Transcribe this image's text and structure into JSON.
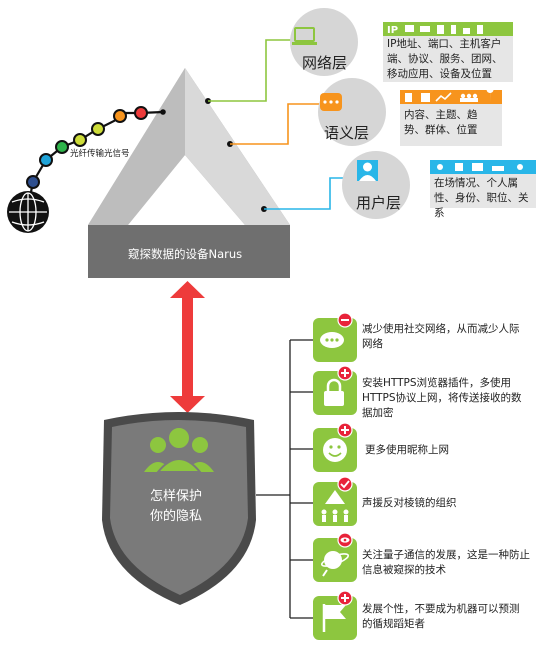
{
  "layers": {
    "network": {
      "title": "网络层",
      "desc": "IP地址、端口、主机客户端、协议、服务、团网、移动应用、设备及位置",
      "accent": "#8dc63f",
      "icons": [
        "ip-icon",
        "monitor-icon",
        "laptop-icon",
        "tablet-icon",
        "phone-icon",
        "lock-icon"
      ]
    },
    "semantic": {
      "title": "语义层",
      "desc": "内容、主题、趋势、群体、位置",
      "accent": "#f7941d",
      "icons": [
        "document-icon",
        "book-icon",
        "trend-icon",
        "group-icon",
        "location-icon"
      ]
    },
    "user": {
      "title": "用户层",
      "desc": "在场情况、个人属性、身份、职位、关系",
      "accent": "#29b6e8",
      "icons": [
        "person-icon",
        "tree-icon",
        "id-card-icon",
        "ship-icon",
        "network-icon"
      ]
    }
  },
  "pyramid": {
    "label": "窥探数据的设备Narus"
  },
  "fiber": {
    "label": "光纤传输光信号",
    "colors": [
      "#2e4f8f",
      "#1fa3d8",
      "#2eb34a",
      "#cddc39",
      "#f7941d",
      "#ee3b3b"
    ]
  },
  "shield": {
    "title": "怎样保护你的隐私"
  },
  "tips": [
    {
      "text": "减少使用社交网络，从而减少人际网络",
      "badge": "minus",
      "icon": "chat-icon"
    },
    {
      "text": "安装HTTPS浏览器插件，多使用HTTPS协议上网，将传送接收的数据加密",
      "badge": "plus",
      "icon": "padlock-icon"
    },
    {
      "text": "更多使用昵称上网",
      "badge": "plus",
      "icon": "smiley-icon"
    },
    {
      "text": "声援反对棱镜的组织",
      "badge": "check",
      "icon": "pyramid-people-icon"
    },
    {
      "text": "关注量子通信的发展，这是一种防止信息被窥探的技术",
      "badge": "eye",
      "icon": "satellite-icon"
    },
    {
      "text": "发展个性，不要成为机器可以预测的循规蹈矩者",
      "badge": "plus",
      "icon": "flag-icon"
    }
  ],
  "colors": {
    "green": "#8dc63f",
    "red_arrow": "#ee3b3b",
    "badge_red": "#e8233a",
    "shield": "#6d6d6d"
  }
}
